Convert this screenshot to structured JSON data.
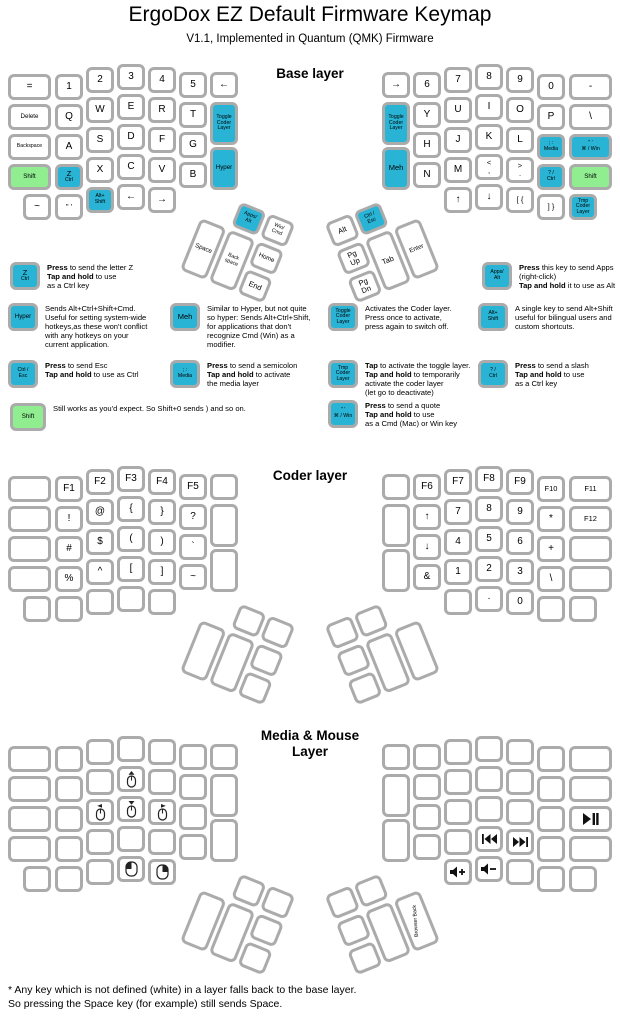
{
  "title": "ErgoDox EZ Default Firmware Keymap",
  "subtitle": "V1.1, Implemented in Quantum (QMK) Firmware",
  "colors": {
    "special_key": "#29b4d6",
    "shift_key": "#90ee90",
    "key_border": "#ababab"
  },
  "footnote": {
    "line1": "* Any key which is not defined (white) in a layer falls back to the base layer.",
    "line2": "So pressing the Space key (for example) still sends Space."
  },
  "layers": [
    {
      "name": "Base layer",
      "left": {
        "r0": [
          "=",
          "1",
          "2",
          "3",
          "4",
          "5",
          "←"
        ],
        "r1": [
          "Delete",
          "Q",
          "W",
          "E",
          "R",
          "T"
        ],
        "r2": [
          "Backspace",
          "A",
          "S",
          "D",
          "F",
          "G"
        ],
        "r3": [
          {
            "t": "Shift",
            "c": "green"
          },
          {
            "t": "Z\nCtrl",
            "c": "cyan"
          },
          "X",
          "C",
          "V",
          "B"
        ],
        "tall": [
          {
            "t": "Toggle\nCoder\nLayer",
            "c": "cyan"
          },
          {
            "t": "Hyper",
            "c": "cyan"
          }
        ],
        "bottom": [
          "~",
          "\" '",
          {
            "t": "Alt+\nShift",
            "c": "cyan"
          },
          "←",
          "→"
        ],
        "thumb": [
          {
            "t": "Apps/\nAlt",
            "c": "cyan"
          },
          "Win/\nCmd",
          "Space",
          "Back\nspace",
          "Home",
          "End"
        ]
      },
      "right": {
        "r0": [
          "→",
          "6",
          "7",
          "8",
          "9",
          "0",
          "-"
        ],
        "r1": [
          "Y",
          "U",
          "I",
          "O",
          "P",
          "\\"
        ],
        "r2": [
          "H",
          "J",
          "K",
          "L",
          {
            "t": "; :\nMedia",
            "c": "cyan"
          },
          {
            "t": "\" '\n⌘ / Win",
            "c": "cyan"
          }
        ],
        "r3": [
          "N",
          "M",
          "<\n,",
          ">\n.",
          {
            "t": "? /\nCtrl",
            "c": "cyan"
          },
          {
            "t": "Shift",
            "c": "green"
          }
        ],
        "tall": [
          {
            "t": "Toggle\nCoder\nLayer",
            "c": "cyan"
          },
          {
            "t": "Meh",
            "c": "cyan"
          }
        ],
        "bottom": [
          "↑",
          "↓",
          "[ {",
          "] }",
          {
            "t": "Tmp\nCoder\nLayer",
            "c": "cyan"
          }
        ],
        "thumb": [
          "Alt",
          {
            "t": "Ctrl /\nEsc",
            "c": "cyan"
          },
          "Pg\nUp",
          "Pg\nDn",
          "Tab",
          "Enter"
        ]
      }
    },
    {
      "name": "Coder layer",
      "left": {
        "r0": [
          "",
          "F1",
          "F2",
          "F3",
          "F4",
          "F5",
          ""
        ],
        "r1": [
          "",
          "!",
          "@",
          "{",
          "}",
          "?"
        ],
        "r2": [
          "",
          "#",
          "$",
          "(",
          ")",
          "`"
        ],
        "r3": [
          "",
          "%",
          "^",
          "[",
          "]",
          "~"
        ],
        "tall": [
          "",
          ""
        ],
        "bottom": [
          "",
          "",
          "",
          "",
          ""
        ],
        "thumb": [
          "",
          "",
          "",
          "",
          "",
          ""
        ]
      },
      "right": {
        "r0": [
          "",
          "F6",
          "F7",
          "F8",
          "F9",
          "F10",
          "F11"
        ],
        "r1": [
          "↑",
          "7",
          "8",
          "9",
          "*",
          "F12"
        ],
        "r2": [
          "↓",
          "4",
          "5",
          "6",
          "+",
          ""
        ],
        "r3": [
          "&",
          "1",
          "2",
          "3",
          "\\",
          ""
        ],
        "tall": [
          "",
          ""
        ],
        "bottom": [
          "",
          "·",
          "0",
          "",
          ""
        ],
        "thumb": [
          "",
          "",
          "",
          "",
          "",
          ""
        ]
      }
    },
    {
      "name": "Media & Mouse\nLayer",
      "left": {
        "r0": [
          "",
          "",
          "",
          "",
          "",
          "",
          ""
        ],
        "r1": [
          "",
          "",
          "",
          {
            "icon": "mouse-up-icon"
          },
          "",
          ""
        ],
        "r2": [
          "",
          "",
          {
            "icon": "mouse-left-icon"
          },
          {
            "icon": "mouse-down-icon"
          },
          {
            "icon": "mouse-right-icon"
          },
          ""
        ],
        "r3": [
          "",
          "",
          "",
          "",
          "",
          ""
        ],
        "tall": [
          "",
          ""
        ],
        "bottom": [
          "",
          "",
          "",
          {
            "icon": "mouse-button-left-icon"
          },
          {
            "icon": "mouse-button-right-icon"
          }
        ],
        "thumb": [
          "",
          "",
          "",
          "",
          "",
          ""
        ]
      },
      "right": {
        "r0": [
          "",
          "",
          "",
          "",
          "",
          "",
          ""
        ],
        "r1": [
          "",
          "",
          "",
          "",
          "",
          ""
        ],
        "r2": [
          "",
          "",
          "",
          "",
          "",
          {
            "icon": "play-pause-icon"
          }
        ],
        "r3": [
          "",
          "",
          {
            "icon": "prev-track-icon"
          },
          {
            "icon": "next-track-icon"
          },
          "",
          ""
        ],
        "tall": [
          "",
          ""
        ],
        "bottom": [
          {
            "icon": "volume-up-icon"
          },
          {
            "icon": "volume-down-icon"
          },
          "",
          "",
          ""
        ],
        "thumb": [
          "",
          "",
          "",
          "",
          "",
          {
            "t": "Browser Back",
            "vert": true
          }
        ]
      }
    }
  ],
  "legend": [
    {
      "id": "z-ctrl",
      "key": {
        "t": "Z\nCtrl",
        "c": "cyan"
      },
      "segments": [
        [
          "b",
          "Press"
        ],
        [
          "r",
          " to send the letter Z\n"
        ],
        [
          "b",
          "Tap and hold"
        ],
        [
          "r",
          " to use\nas a Ctrl key"
        ]
      ]
    },
    {
      "id": "apps-alt",
      "key": {
        "t": "Apps/\nAlt",
        "c": "cyan"
      },
      "segments": [
        [
          "b",
          "Press"
        ],
        [
          "r",
          " this key to send Apps\n(right-click)\n"
        ],
        [
          "b",
          "Tap and hold"
        ],
        [
          "r",
          " it to use as Alt"
        ]
      ]
    },
    {
      "id": "hyper",
      "key": {
        "t": "Hyper",
        "c": "cyan"
      },
      "segments": [
        [
          "r",
          "Sends Alt+Ctrl+Shift+Cmd.\nUseful for setting system-wide\nhotkeys,as these won't conflict\nwith any hotkeys on your\ncurrent application."
        ]
      ]
    },
    {
      "id": "meh",
      "key": {
        "t": "Meh",
        "c": "cyan"
      },
      "segments": [
        [
          "r",
          "Similar to Hyper, but not quite\nso hyper: Sends Alt+Ctrl+Shift,\nfor applications that don't\nrecognize Cmd (Win) as a\nmodifier."
        ]
      ]
    },
    {
      "id": "toggle-coder-layer",
      "key": {
        "t": "Toggle\nCoder\nLayer",
        "c": "cyan"
      },
      "segments": [
        [
          "r",
          "Activates the Coder layer.\nPress once to activate,\npress again to switch off."
        ]
      ]
    },
    {
      "id": "alt-shift",
      "key": {
        "t": "Alt+\nShift",
        "c": "cyan"
      },
      "segments": [
        [
          "r",
          "A single key to send Alt+Shift\nuseful for bilingual users and\ncustom shortcuts."
        ]
      ]
    },
    {
      "id": "ctrl-esc",
      "key": {
        "t": "Ctrl /\nEsc",
        "c": "cyan"
      },
      "segments": [
        [
          "b",
          "Press"
        ],
        [
          "r",
          " to send Esc\n"
        ],
        [
          "b",
          "Tap and hold"
        ],
        [
          "r",
          " to use as Ctrl"
        ]
      ]
    },
    {
      "id": "semicolon-media",
      "key": {
        "t": "; :\nMedia",
        "c": "cyan"
      },
      "segments": [
        [
          "b",
          "Press"
        ],
        [
          "r",
          " to send a semicolon\n"
        ],
        [
          "b",
          "Tap and hold"
        ],
        [
          "r",
          " to activate\nthe media layer"
        ]
      ]
    },
    {
      "id": "tmp-coder-layer",
      "key": {
        "t": "Tmp\nCoder\nLayer",
        "c": "cyan"
      },
      "segments": [
        [
          "b",
          "Tap"
        ],
        [
          "r",
          " to activate the toggle layer.\n"
        ],
        [
          "b",
          "Tap and hold"
        ],
        [
          "r",
          " to temporarily\nactivate the coder layer\n(let go to deactivate)"
        ]
      ]
    },
    {
      "id": "slash-ctrl",
      "key": {
        "t": "? /\nCtrl",
        "c": "cyan"
      },
      "segments": [
        [
          "b",
          "Press"
        ],
        [
          "r",
          " to send a slash\n"
        ],
        [
          "b",
          "Tap and hold"
        ],
        [
          "r",
          " to use\nas a Ctrl key"
        ]
      ]
    },
    {
      "id": "shift",
      "key": {
        "t": "Shift",
        "c": "green"
      },
      "segments": [
        [
          "r",
          "Still works as you'd expect. So Shift+0 sends ) and so on."
        ]
      ]
    },
    {
      "id": "quote-win",
      "key": {
        "t": "\" '\n⌘ / Win",
        "c": "cyan"
      },
      "segments": [
        [
          "b",
          "Press"
        ],
        [
          "r",
          " to send a quote\n"
        ],
        [
          "b",
          "Tap and hold"
        ],
        [
          "r",
          " to use\nas a Cmd (Mac) or Win key"
        ]
      ]
    }
  ]
}
